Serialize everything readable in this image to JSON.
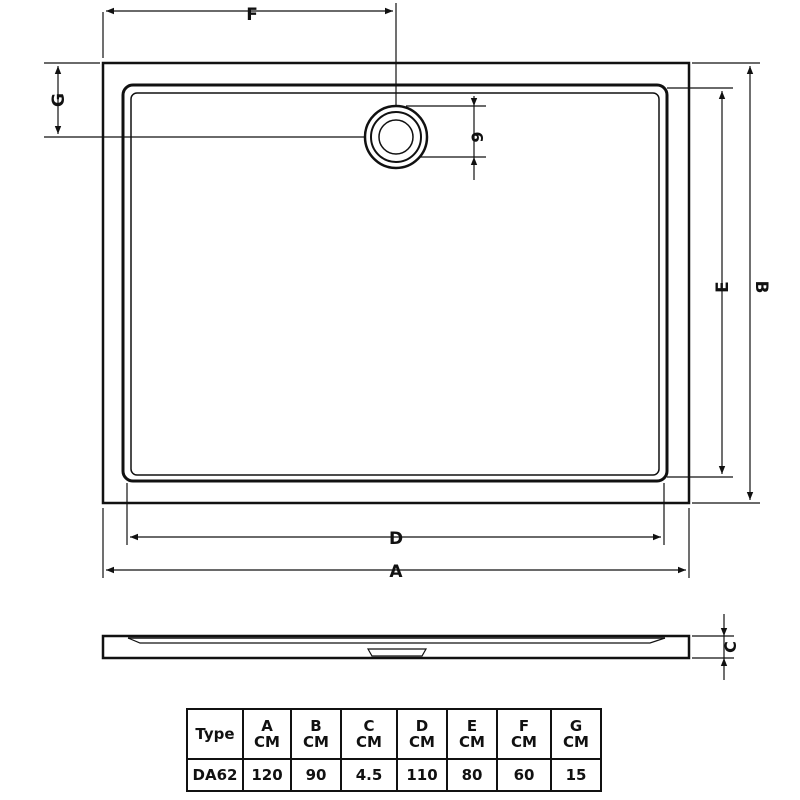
{
  "dimension_labels": {
    "A": "A",
    "B": "B",
    "C": "C",
    "D": "D",
    "E": "E",
    "F": "F",
    "G": "G",
    "H": "9"
  },
  "table": {
    "type_header": "Type",
    "columns": [
      {
        "letter": "A",
        "unit": "CM"
      },
      {
        "letter": "B",
        "unit": "CM"
      },
      {
        "letter": "C",
        "unit": "CM"
      },
      {
        "letter": "D",
        "unit": "CM"
      },
      {
        "letter": "E",
        "unit": "CM"
      },
      {
        "letter": "F",
        "unit": "CM"
      },
      {
        "letter": "G",
        "unit": "CM"
      }
    ],
    "row": {
      "type": "DA62",
      "values": [
        "120",
        "90",
        "4.5",
        "110",
        "80",
        "60",
        "15"
      ]
    }
  },
  "colors": {
    "line": "#111111",
    "background": "#ffffff"
  }
}
